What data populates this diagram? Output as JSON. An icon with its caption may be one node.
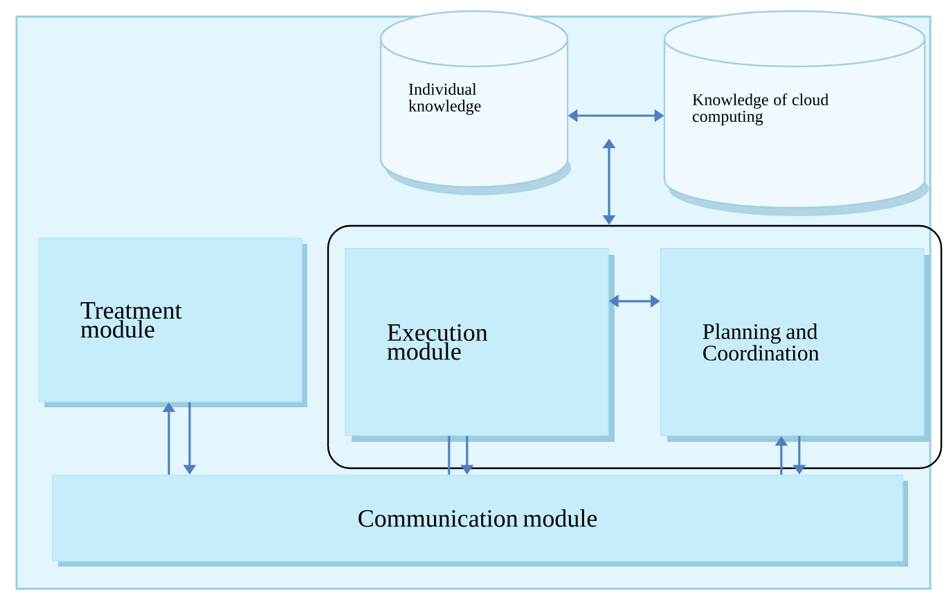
{
  "diagram": {
    "nodes": [
      {
        "text": [
          "Individual knowledge"
        ]
      },
      {
        "text": [
          "Knowledge of cloud computing"
        ]
      },
      {
        "text": [],
        "shape": "box"
      },
      {
        "text": [
          "Treatment module"
        ]
      },
      {
        "text": [
          "Execution module"
        ],
        "in": 2
      },
      {
        "text": [
          "Planning and Coordination"
        ],
        "in": 2
      },
      {
        "text": [
          "Communication module"
        ]
      }
    ],
    "edges": [
      {
        "from": 0,
        "to": 1,
        "arrow": "both"
      },
      {
        "from": null,
        "to": 2,
        "arrow": "both"
      },
      {
        "from": 4,
        "to": 5,
        "arrow": "both"
      },
      {
        "from": 6,
        "to": 3,
        "arrow": "to"
      },
      {
        "from": 3,
        "to": 6,
        "arrow": "to"
      },
      {
        "from": 4,
        "to": 6,
        "arrow": "none"
      },
      {
        "from": 4,
        "to": 6,
        "arrow": "to"
      },
      {
        "from": 6,
        "to": 5,
        "arrow": "to"
      },
      {
        "from": 5,
        "to": 6,
        "arrow": "to"
      }
    ]
  }
}
